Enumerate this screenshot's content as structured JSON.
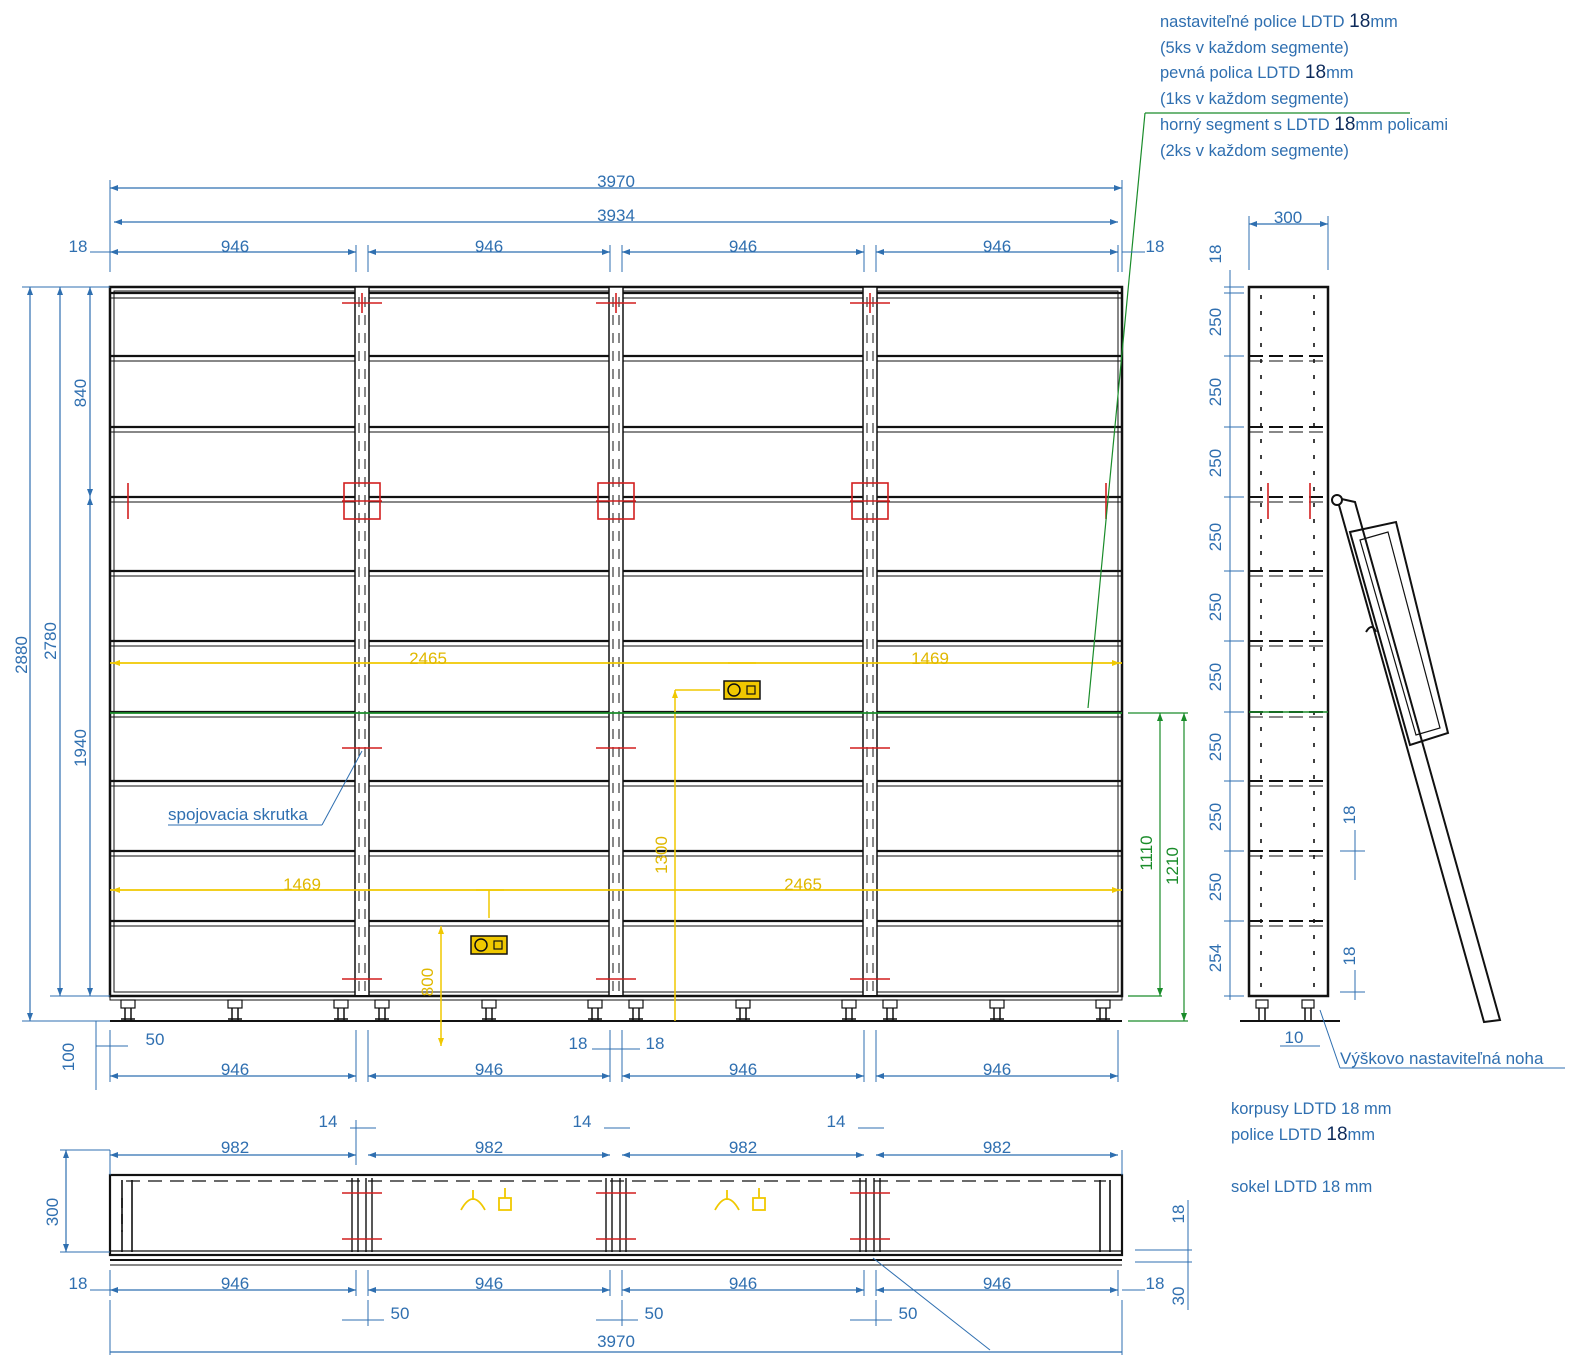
{
  "notes_top": [
    {
      "id": "adj-shelves-1",
      "pre": "nastaviteľné police LDTD",
      "num": "18",
      "post": "mm"
    },
    {
      "id": "adj-shelves-2",
      "pre": "(5ks v každom segmente)",
      "num": "",
      "post": ""
    },
    {
      "id": "fixed-shelf-1",
      "pre": "pevná polica LDTD",
      "num": "18",
      "post": "mm"
    },
    {
      "id": "fixed-shelf-2",
      "pre": "(1ks v každom segmente)",
      "num": "",
      "post": ""
    },
    {
      "id": "top-segment-1",
      "pre": "horný segment s LDTD",
      "num": "18",
      "post": "mm policami"
    },
    {
      "id": "top-segment-2",
      "pre": "(2ks v každom segmente)",
      "num": "",
      "post": ""
    }
  ],
  "notes_bottom": [
    {
      "id": "korpusy",
      "pre": "korpusy LDTD 18 mm",
      "num": "",
      "post": ""
    },
    {
      "id": "police",
      "pre": "police LDTD",
      "num": "18",
      "post": "mm"
    },
    {
      "id": "sokel",
      "pre": "sokel LDTD 18 mm",
      "num": "",
      "post": ""
    }
  ],
  "labels": {
    "screw": "spojovacia skrutka",
    "leg": "Výškovo nastaviteľná noha"
  },
  "front": {
    "total_outer": "3970",
    "total_inner": "3934",
    "side": "18",
    "segments": [
      "946",
      "946",
      "946",
      "946"
    ],
    "heights": {
      "total": "2880",
      "body": "2780",
      "upper": "840",
      "lower": "1940",
      "plinth": "100"
    },
    "plinth_offset": "50",
    "joint": [
      "18",
      "18"
    ],
    "yellow": {
      "span_a": "2465",
      "span_b": "1469",
      "span_c": "1469",
      "span_d": "2465",
      "h1": "1300",
      "h2": "800"
    },
    "green": {
      "h1": "1110",
      "h2": "1210"
    }
  },
  "side": {
    "depth": "300",
    "top": "18",
    "shelf_pitch": [
      "250",
      "250",
      "250",
      "250",
      "250",
      "250",
      "250",
      "250",
      "250"
    ],
    "bottom": "254",
    "thk1": "18",
    "thk2": "18",
    "leg_offset": "10"
  },
  "plan": {
    "gap": [
      "14",
      "14",
      "14"
    ],
    "modules": [
      "982",
      "982",
      "982",
      "982"
    ],
    "depth": "300",
    "side": [
      "18",
      "18"
    ],
    "inner": [
      "946",
      "946",
      "946",
      "946"
    ],
    "offsets": [
      "50",
      "50",
      "50"
    ],
    "total": "3970",
    "thk": [
      "18",
      "30"
    ]
  }
}
